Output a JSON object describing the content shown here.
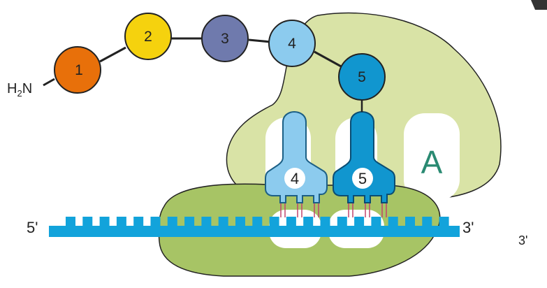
{
  "amino_acids": [
    {
      "label": "1",
      "color": "#e8700a"
    },
    {
      "label": "2",
      "color": "#f5d20e"
    },
    {
      "label": "3",
      "color": "#6f7aad"
    },
    {
      "label": "4",
      "color": "#8ccbee"
    },
    {
      "label": "5",
      "color": "#1196cf"
    }
  ],
  "n_terminus": {
    "main": "H",
    "sub": "2",
    "rest": "N"
  },
  "trnas": [
    {
      "label": "4",
      "color": "#8ccbee"
    },
    {
      "label": "5",
      "color": "#1196cf"
    }
  ],
  "site_label": "A",
  "mrna": {
    "five_prime": "5'",
    "three_prime": "3'",
    "color": "#12a3db"
  },
  "edge_label": "3'",
  "ribosome": {
    "large_color": "#d9e3a6",
    "small_color": "#a7c465"
  }
}
